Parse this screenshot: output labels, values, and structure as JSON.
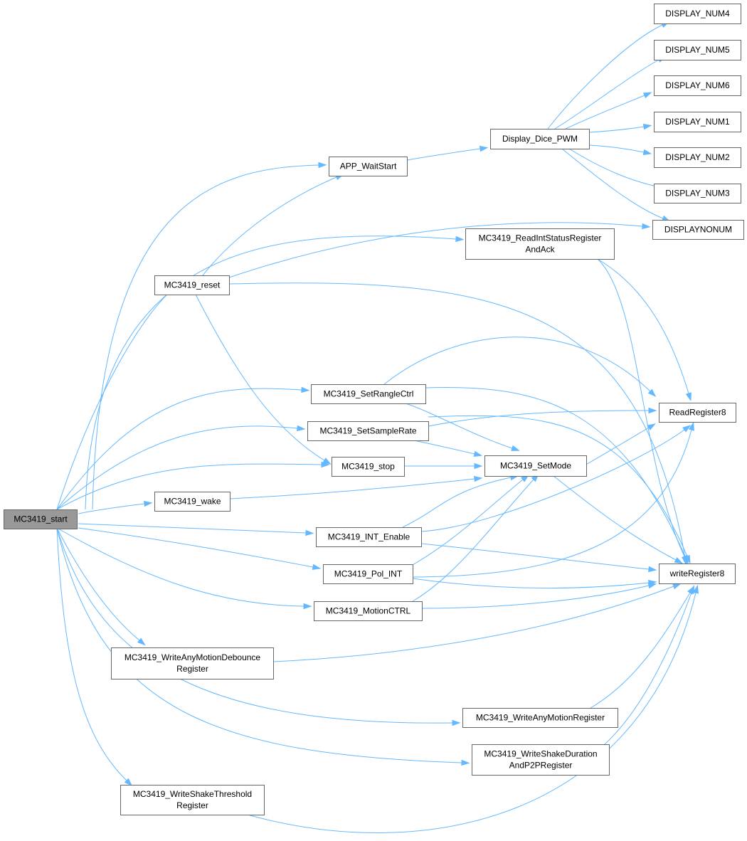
{
  "graph": {
    "root": "MC3419_start",
    "colors": {
      "edge": "#63b8ff",
      "node_border": "#666666",
      "root_fill": "#999999",
      "node_fill": "#ffffff"
    },
    "nodes": {
      "start": {
        "lines": [
          "MC3419_start"
        ]
      },
      "reset": {
        "lines": [
          "MC3419_reset"
        ]
      },
      "waitstart": {
        "lines": [
          "APP_WaitStart"
        ]
      },
      "dice": {
        "lines": [
          "Display_Dice_PWM"
        ]
      },
      "num4": {
        "lines": [
          "DISPLAY_NUM4"
        ]
      },
      "num5": {
        "lines": [
          "DISPLAY_NUM5"
        ]
      },
      "num6": {
        "lines": [
          "DISPLAY_NUM6"
        ]
      },
      "num1": {
        "lines": [
          "DISPLAY_NUM1"
        ]
      },
      "num2": {
        "lines": [
          "DISPLAY_NUM2"
        ]
      },
      "num3": {
        "lines": [
          "DISPLAY_NUM3"
        ]
      },
      "nonum": {
        "lines": [
          "DISPLAYNONUM"
        ]
      },
      "readint": {
        "lines": [
          "MC3419_ReadIntStatusRegister",
          "AndAck"
        ]
      },
      "rangectrl": {
        "lines": [
          "MC3419_SetRangleCtrl"
        ]
      },
      "samplerate": {
        "lines": [
          "MC3419_SetSampleRate"
        ]
      },
      "stop": {
        "lines": [
          "MC3419_stop"
        ]
      },
      "wake": {
        "lines": [
          "MC3419_wake"
        ]
      },
      "setmode": {
        "lines": [
          "MC3419_SetMode"
        ]
      },
      "readreg": {
        "lines": [
          "ReadRegister8"
        ]
      },
      "writereg": {
        "lines": [
          "writeRegister8"
        ]
      },
      "intenable": {
        "lines": [
          "MC3419_INT_Enable"
        ]
      },
      "polint": {
        "lines": [
          "MC3419_Pol_INT"
        ]
      },
      "motionctrl": {
        "lines": [
          "MC3419_MotionCTRL"
        ]
      },
      "debounce": {
        "lines": [
          "MC3419_WriteAnyMotionDebounce",
          "Register"
        ]
      },
      "anymotion": {
        "lines": [
          "MC3419_WriteAnyMotionRegister"
        ]
      },
      "shakedur": {
        "lines": [
          "MC3419_WriteShakeDuration",
          "AndP2PRegister"
        ]
      },
      "shakethr": {
        "lines": [
          "MC3419_WriteShakeThreshold",
          "Register"
        ]
      }
    },
    "edges": [
      [
        "start",
        "waitstart"
      ],
      [
        "start",
        "readint"
      ],
      [
        "start",
        "reset"
      ],
      [
        "start",
        "rangectrl"
      ],
      [
        "start",
        "samplerate"
      ],
      [
        "start",
        "stop"
      ],
      [
        "start",
        "wake"
      ],
      [
        "start",
        "intenable"
      ],
      [
        "start",
        "polint"
      ],
      [
        "start",
        "motionctrl"
      ],
      [
        "start",
        "debounce"
      ],
      [
        "start",
        "anymotion"
      ],
      [
        "start",
        "shakedur"
      ],
      [
        "start",
        "shakethr"
      ],
      [
        "waitstart",
        "dice"
      ],
      [
        "dice",
        "num4"
      ],
      [
        "dice",
        "num5"
      ],
      [
        "dice",
        "num6"
      ],
      [
        "dice",
        "num1"
      ],
      [
        "dice",
        "num2"
      ],
      [
        "dice",
        "num3"
      ],
      [
        "dice",
        "nonum"
      ],
      [
        "reset",
        "waitstart"
      ],
      [
        "reset",
        "nonum"
      ],
      [
        "reset",
        "stop"
      ],
      [
        "reset",
        "writereg"
      ],
      [
        "readint",
        "readreg"
      ],
      [
        "readint",
        "writereg"
      ],
      [
        "rangectrl",
        "readreg"
      ],
      [
        "rangectrl",
        "setmode"
      ],
      [
        "rangectrl",
        "writereg"
      ],
      [
        "samplerate",
        "readreg"
      ],
      [
        "samplerate",
        "setmode"
      ],
      [
        "samplerate",
        "writereg"
      ],
      [
        "stop",
        "setmode"
      ],
      [
        "wake",
        "setmode"
      ],
      [
        "setmode",
        "readreg"
      ],
      [
        "setmode",
        "writereg"
      ],
      [
        "intenable",
        "setmode"
      ],
      [
        "intenable",
        "readreg"
      ],
      [
        "intenable",
        "writereg"
      ],
      [
        "polint",
        "setmode"
      ],
      [
        "polint",
        "readreg"
      ],
      [
        "polint",
        "writereg"
      ],
      [
        "motionctrl",
        "setmode"
      ],
      [
        "motionctrl",
        "writereg"
      ],
      [
        "debounce",
        "writereg"
      ],
      [
        "anymotion",
        "writereg"
      ],
      [
        "shakedur",
        "writereg"
      ],
      [
        "shakethr",
        "writereg"
      ]
    ]
  }
}
